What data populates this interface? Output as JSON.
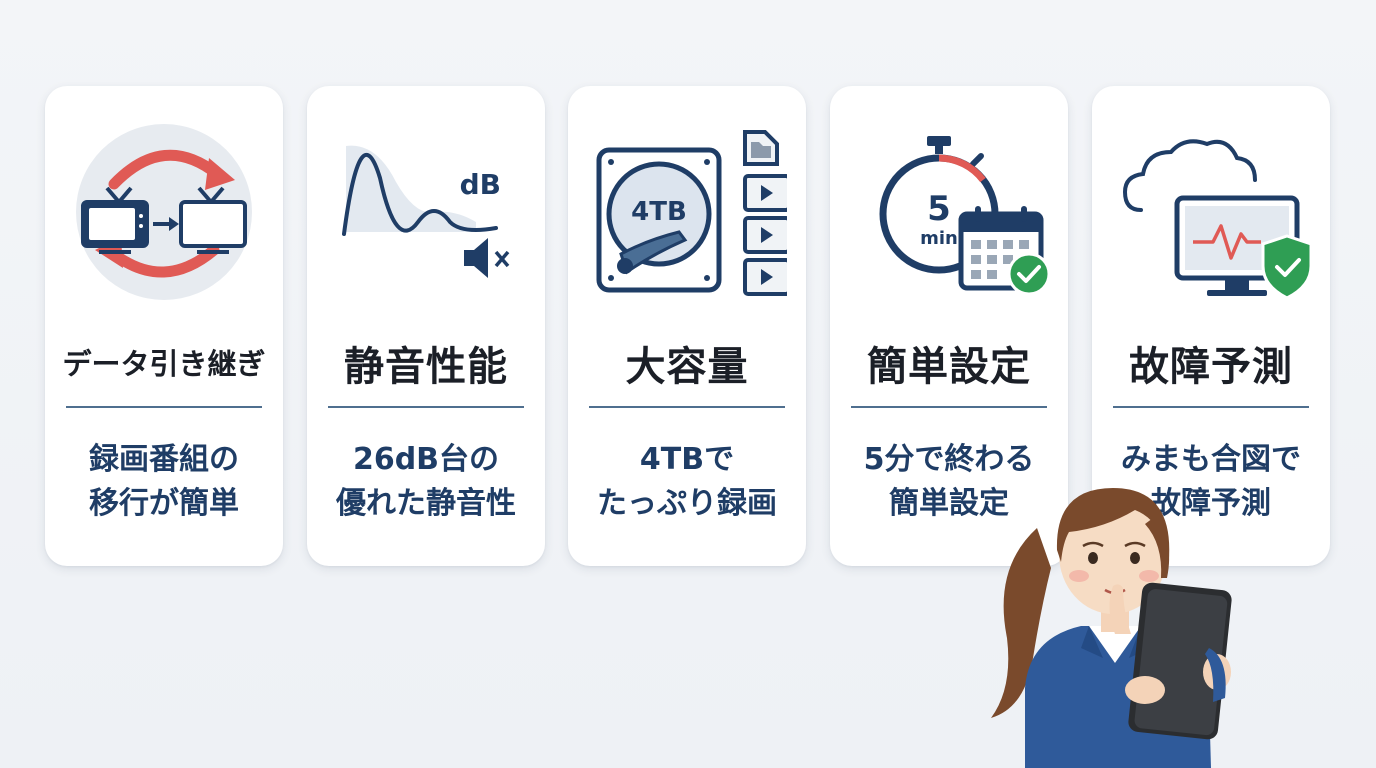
{
  "colors": {
    "navy": "#1f3d66",
    "red": "#e05a55",
    "green": "#2f9e54",
    "card_bg": "#ffffff",
    "page_bg": "#f1f3f6"
  },
  "cards": [
    {
      "icon": "tv-transfer-icon",
      "title": "データ引き継ぎ",
      "desc1": "録画番組の",
      "desc2": "移行が簡単"
    },
    {
      "icon": "sound-wave-mute-icon",
      "icon_label": "dB",
      "title": "静音性能",
      "desc1": "26dB台の",
      "desc2": "優れた静音性"
    },
    {
      "icon": "hard-drive-media-icon",
      "icon_label": "4TB",
      "title": "大容量",
      "desc1": "4TBで",
      "desc2": "たっぷり録画"
    },
    {
      "icon": "stopwatch-calendar-icon",
      "icon_label_num": "5",
      "icon_label_unit": "min",
      "title": "簡単設定",
      "desc1": "5分で終わる",
      "desc2": "簡単設定"
    },
    {
      "icon": "cloud-monitor-shield-icon",
      "title": "故障予測",
      "desc1": "みまも合図で",
      "desc2": "故障予測"
    }
  ]
}
